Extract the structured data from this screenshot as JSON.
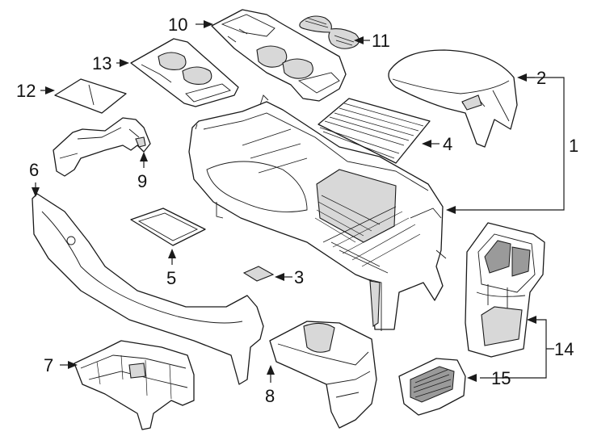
{
  "callouts": {
    "c1": "1",
    "c2": "2",
    "c3": "3",
    "c4": "4",
    "c5": "5",
    "c6": "6",
    "c7": "7",
    "c8": "8",
    "c9": "9",
    "c10": "10",
    "c11": "11",
    "c12": "12",
    "c13": "13",
    "c14": "14",
    "c15": "15"
  }
}
